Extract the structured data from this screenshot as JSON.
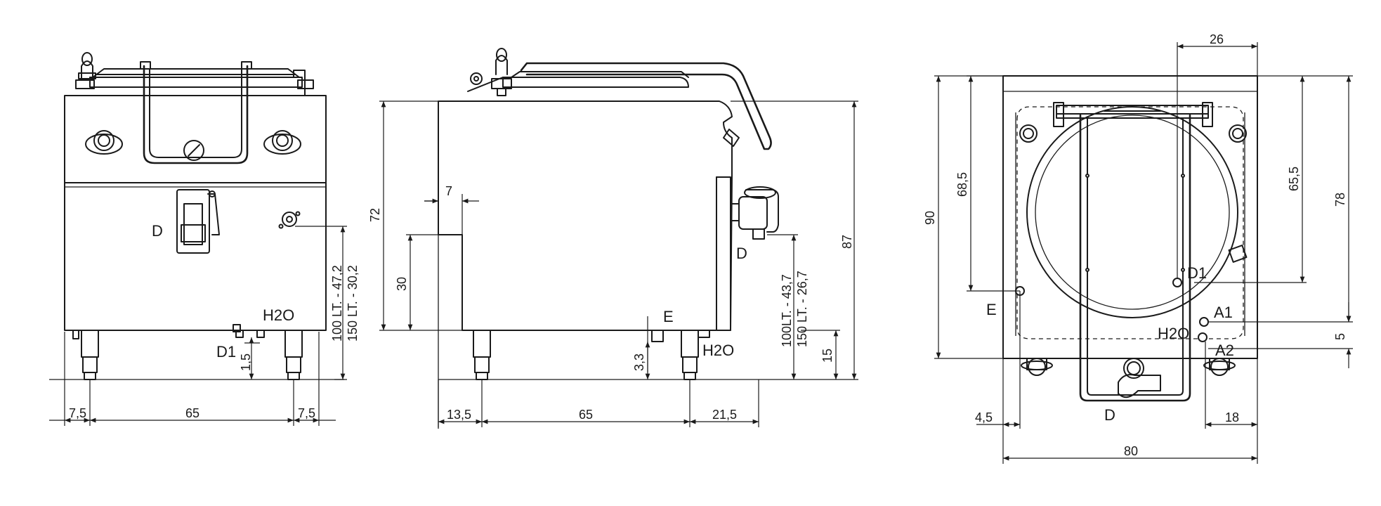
{
  "front_view": {
    "labels": {
      "drain": "D",
      "water": "H2O",
      "drain_d1": "D1"
    },
    "dims": {
      "left_margin": "7,5",
      "width": "65",
      "right_margin": "7,5",
      "d1_height": "1,5",
      "h100": "100 LT. - 47,2",
      "h150": "150 LT. - 30,2"
    }
  },
  "side_view": {
    "labels": {
      "drain": "D",
      "electric": "E",
      "water": "H2O"
    },
    "dims": {
      "step": "7",
      "height_72": "72",
      "height_30": "30",
      "height_87": "87",
      "e_height": "3,3",
      "d100": "100LT. - 43,7",
      "d150": "150 LT. - 26,7",
      "h15": "15",
      "back": "13,5",
      "depth": "65",
      "front": "21,5"
    }
  },
  "top_view": {
    "labels": {
      "d1": "D1",
      "e": "E",
      "a1": "A1",
      "h2o": "H2O",
      "a2": "A2",
      "d": "D"
    },
    "dims": {
      "top26": "26",
      "h90": "90",
      "h68": "68,5",
      "h65": "65,5",
      "h78": "78",
      "r5": "5",
      "l45": "4,5",
      "r18": "18",
      "w80": "80"
    }
  }
}
